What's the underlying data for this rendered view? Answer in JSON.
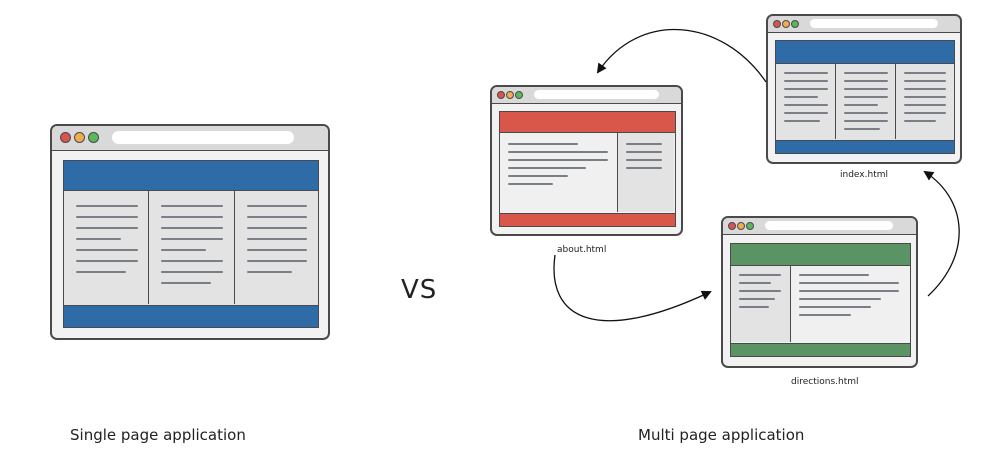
{
  "spa": {
    "caption": "Single page application",
    "color": "#2f6ba7"
  },
  "versus_label": "VS",
  "mpa": {
    "caption": "Multi page application",
    "pages": [
      {
        "filename": "about.html",
        "color": "#d9574a"
      },
      {
        "filename": "index.html",
        "color": "#2f6ba7"
      },
      {
        "filename": "directions.html",
        "color": "#5a9465"
      }
    ]
  }
}
